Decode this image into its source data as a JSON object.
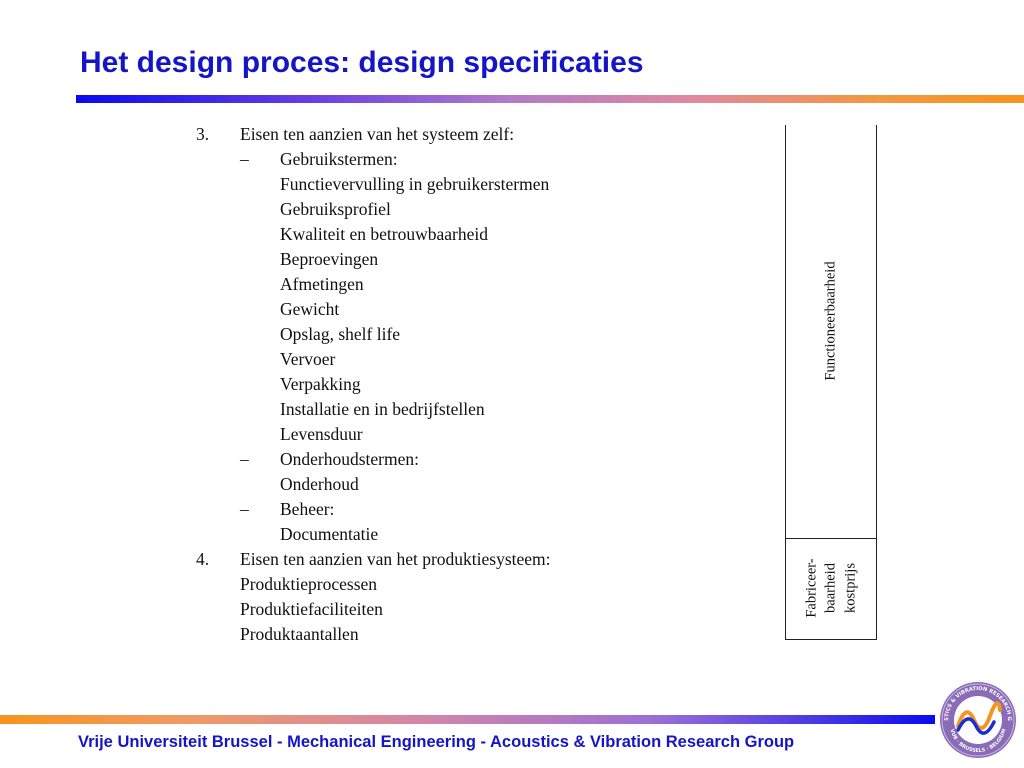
{
  "title": "Het design proces: design specificaties",
  "footer": "Vrije Universiteit Brussel - Mechanical Engineering - Acoustics & Vibration Research Group",
  "logo": {
    "icon": "avrg-logo-icon",
    "ring_text": "ACOUSTICS & VIBRATION RESEARCH GROUP",
    "ring_text_bottom": "VUB · BRUSSELS · BELGIUM",
    "colors": {
      "ring": "#7a5aa8",
      "inner": "#ffffff",
      "wave_orange": "#f7941d",
      "wave_blue": "#1a2fd0"
    }
  },
  "colors": {
    "title": "#1515c8",
    "footer": "#1515c8"
  },
  "list": [
    {
      "num": "3.",
      "text": "Eisen ten aanzien van het systeem zelf:"
    },
    {
      "dash": "–",
      "text": "Gebruikstermen:"
    },
    {
      "text": "Functievervulling in gebruikerstermen"
    },
    {
      "text": "Gebruiksprofiel"
    },
    {
      "text": "Kwaliteit en betrouwbaarheid"
    },
    {
      "text": "Beproevingen"
    },
    {
      "text": "Afmetingen"
    },
    {
      "text": "Gewicht"
    },
    {
      "text": "Opslag, shelf life"
    },
    {
      "text": "Vervoer"
    },
    {
      "text": "Verpakking"
    },
    {
      "text": "Installatie en in bedrijfstellen"
    },
    {
      "text": "Levensduur"
    },
    {
      "dash": "–",
      "text": "Onderhoudstermen:"
    },
    {
      "text": "Onderhoud"
    },
    {
      "dash": "–",
      "text": "Beheer:"
    },
    {
      "text": "Documentatie"
    },
    {
      "num": "4.",
      "text": "Eisen ten aanzien van het produktiesysteem:"
    },
    {
      "text": "Produktieprocessen"
    },
    {
      "text": "Produktiefaciliteiten"
    },
    {
      "text": "Produktaantallen"
    }
  ],
  "table": {
    "top_label": "Functioneerbaarheid",
    "bottom_label_1": "Fabriceer-",
    "bottom_label_2": "baarheid",
    "bottom_label_3": "kostprijs"
  }
}
